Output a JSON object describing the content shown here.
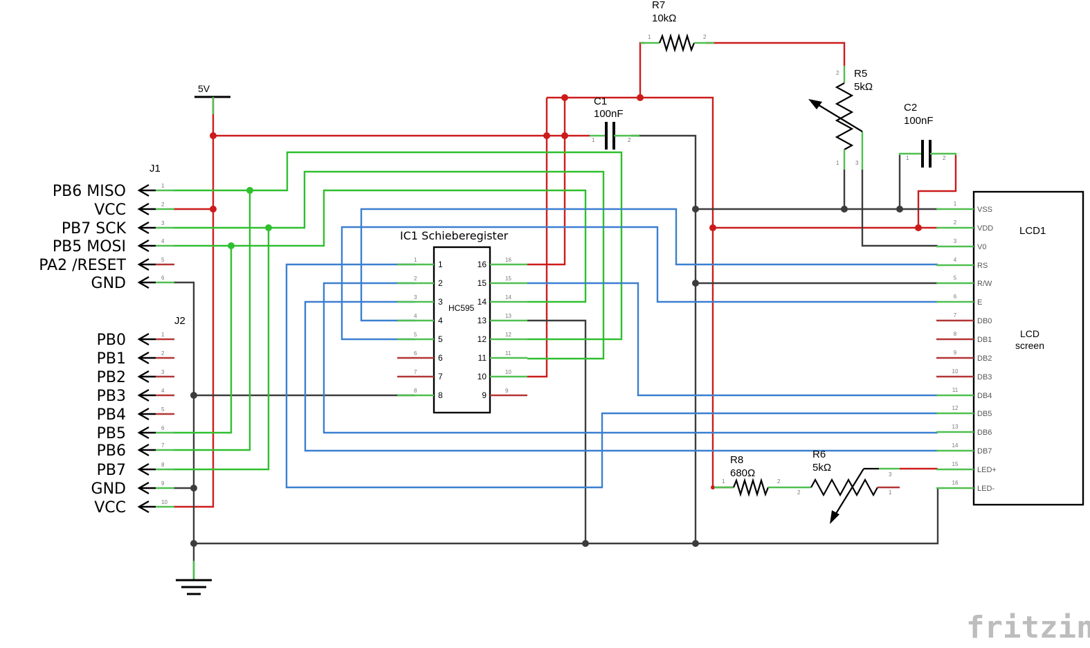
{
  "brand": "fritzing",
  "colors": {
    "power": "#cc1b1b",
    "spi": "#2fbf2f",
    "data": "#3a7fd0",
    "ground": "#3c3c3c",
    "pin_ok": "#4fbf4f",
    "pin_unused": "#b43434"
  },
  "power_symbol": {
    "label": "5V"
  },
  "ground_symbol": {
    "label": ""
  },
  "J1": {
    "ref": "J1",
    "pins": [
      {
        "num": "1",
        "label": "PB6 MISO"
      },
      {
        "num": "2",
        "label": "VCC"
      },
      {
        "num": "3",
        "label": "PB7 SCK"
      },
      {
        "num": "4",
        "label": "PB5 MOSI"
      },
      {
        "num": "5",
        "label": "PA2 /RESET"
      },
      {
        "num": "6",
        "label": "GND"
      }
    ]
  },
  "J2": {
    "ref": "J2",
    "pins": [
      {
        "num": "1",
        "label": "PB0"
      },
      {
        "num": "2",
        "label": "PB1"
      },
      {
        "num": "3",
        "label": "PB2"
      },
      {
        "num": "4",
        "label": "PB3"
      },
      {
        "num": "5",
        "label": "PB4"
      },
      {
        "num": "6",
        "label": "PB5"
      },
      {
        "num": "7",
        "label": "PB6"
      },
      {
        "num": "8",
        "label": "PB7"
      },
      {
        "num": "9",
        "label": "GND"
      },
      {
        "num": "10",
        "label": "VCC"
      }
    ]
  },
  "IC1": {
    "title": "IC1 Schieberegister",
    "part": "HC595",
    "left_pins": [
      "1",
      "2",
      "3",
      "4",
      "5",
      "6",
      "7",
      "8"
    ],
    "right_pins": [
      "16",
      "15",
      "14",
      "13",
      "12",
      "11",
      "10",
      "9"
    ]
  },
  "LCD1": {
    "ref": "LCD1",
    "desc_line1": "LCD",
    "desc_line2": "screen",
    "pins": [
      {
        "num": "1",
        "label": "VSS"
      },
      {
        "num": "2",
        "label": "VDD"
      },
      {
        "num": "3",
        "label": "V0"
      },
      {
        "num": "4",
        "label": "RS"
      },
      {
        "num": "5",
        "label": "R/W"
      },
      {
        "num": "6",
        "label": "E"
      },
      {
        "num": "7",
        "label": "DB0"
      },
      {
        "num": "8",
        "label": "DB1"
      },
      {
        "num": "9",
        "label": "DB2"
      },
      {
        "num": "10",
        "label": "DB3"
      },
      {
        "num": "11",
        "label": "DB4"
      },
      {
        "num": "12",
        "label": "DB5"
      },
      {
        "num": "13",
        "label": "DB6"
      },
      {
        "num": "14",
        "label": "DB7"
      },
      {
        "num": "15",
        "label": "LED+"
      },
      {
        "num": "16",
        "label": "LED-"
      }
    ]
  },
  "R7": {
    "ref": "R7",
    "value": "10kΩ"
  },
  "R5": {
    "ref": "R5",
    "value": "5kΩ"
  },
  "R8": {
    "ref": "R8",
    "value": "680Ω"
  },
  "R6": {
    "ref": "R6",
    "value": "5kΩ"
  },
  "C1": {
    "ref": "C1",
    "value": "100nF"
  },
  "C2": {
    "ref": "C2",
    "value": "100nF"
  }
}
